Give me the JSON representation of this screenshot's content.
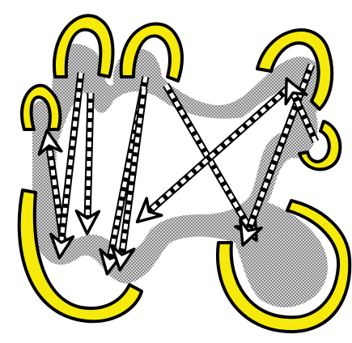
{
  "diagram": {
    "colors": {
      "background": "#ffffff",
      "outline": "#000000",
      "yellow": "#f5ea0c",
      "gray": "#c9c9c9",
      "dot": "#555555",
      "white_fill": "#ffffff"
    },
    "lobes": [
      {
        "id": "lobe-upper-left"
      },
      {
        "id": "lobe-top-left"
      },
      {
        "id": "lobe-top-center"
      },
      {
        "id": "lobe-top-right"
      },
      {
        "id": "lobe-right-small"
      },
      {
        "id": "lobe-bottom-left"
      },
      {
        "id": "lobe-bottom-right"
      }
    ],
    "arrows": [
      {
        "id": "arrow-1",
        "icon": "dashed-arrow-icon"
      },
      {
        "id": "arrow-2",
        "icon": "dashed-arrow-icon"
      },
      {
        "id": "arrow-3",
        "icon": "dashed-arrow-icon"
      },
      {
        "id": "arrow-4",
        "icon": "dashed-arrow-icon"
      },
      {
        "id": "arrow-5",
        "icon": "dashed-arrow-icon"
      },
      {
        "id": "arrow-6",
        "icon": "dashed-arrow-icon"
      },
      {
        "id": "arrow-7",
        "icon": "dashed-arrow-icon"
      },
      {
        "id": "arrow-8",
        "icon": "dashed-arrow-icon"
      },
      {
        "id": "arrow-9",
        "icon": "dashed-arrow-icon"
      }
    ]
  }
}
